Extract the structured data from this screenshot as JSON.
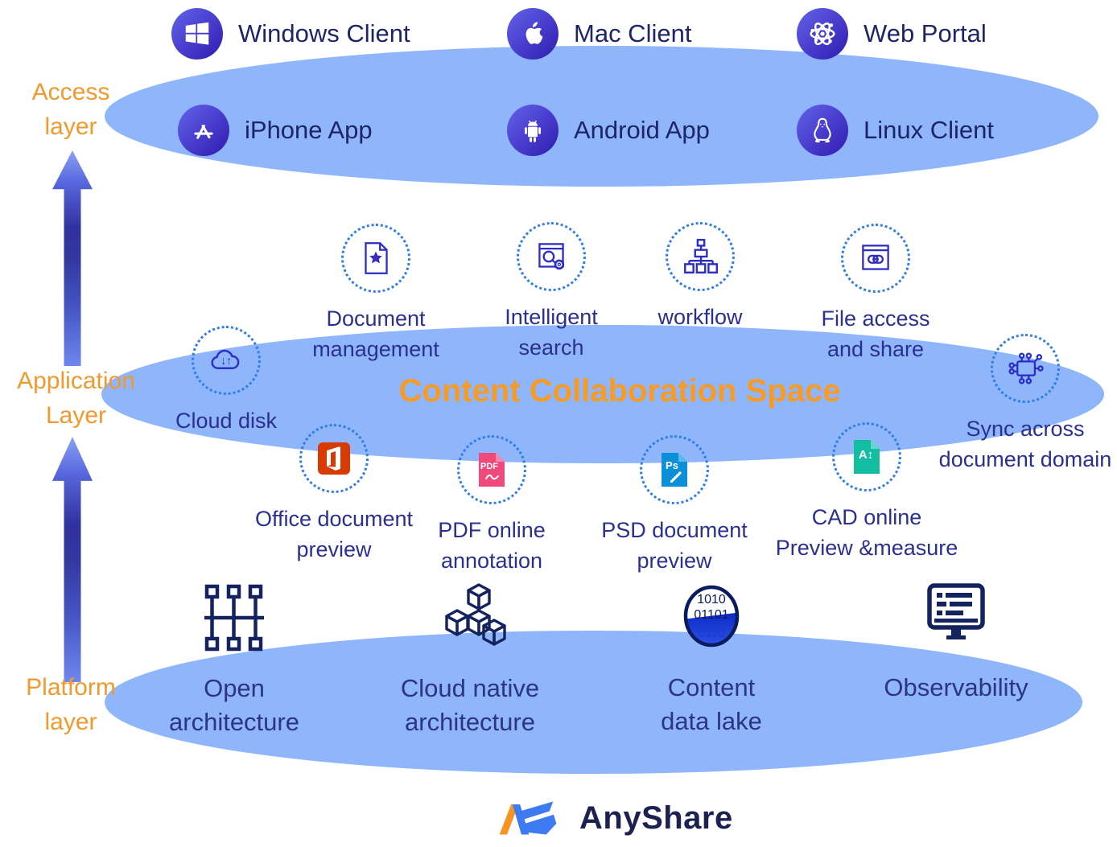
{
  "access_layer": {
    "label": "Access\nlayer",
    "items": [
      {
        "label": "Windows Client"
      },
      {
        "label": "Mac Client"
      },
      {
        "label": "Web Portal"
      },
      {
        "label": "iPhone App"
      },
      {
        "label": "Android App"
      },
      {
        "label": "Linux Client"
      }
    ]
  },
  "application_layer": {
    "label": "Application\nLayer",
    "title": "Content Collaboration Space",
    "features": [
      {
        "label": "Document\nmanagement"
      },
      {
        "label": "Intelligent\nsearch"
      },
      {
        "label": "workflow"
      },
      {
        "label": "File access\nand share"
      },
      {
        "label": "Cloud disk",
        "badge": "↓↑"
      },
      {
        "label": "Sync across\ndocument domain"
      },
      {
        "label": "Office document\npreview"
      },
      {
        "label": "PDF online\nannotation",
        "badge": "PDF"
      },
      {
        "label": "PSD document\npreview",
        "badge": "Ps"
      },
      {
        "label": "CAD online\nPreview &measure",
        "badge": "A↕"
      }
    ]
  },
  "platform_layer": {
    "label": "Platform\nlayer",
    "items": [
      {
        "label": "Open\narchitecture"
      },
      {
        "label": "Cloud native\narchitecture"
      },
      {
        "label": "Content\ndata lake",
        "binary1": "1010",
        "binary2": "01101",
        "binary3": "0110"
      },
      {
        "label": "Observability"
      }
    ]
  },
  "logo": {
    "text": "AnyShare"
  },
  "colors": {
    "band_blue": "#8fb5fa",
    "accent_orange": "#f2992e",
    "navy_text": "#2b3090",
    "icon_indigo": "#2b2dc4",
    "chip_gradient_start": "#6165e8",
    "chip_gradient_end": "#2f1cae",
    "pdf_pink": "#f2497c",
    "psd_blue": "#0b8fd8",
    "cad_teal": "#12bda2",
    "office_orange": "#d83b01"
  }
}
